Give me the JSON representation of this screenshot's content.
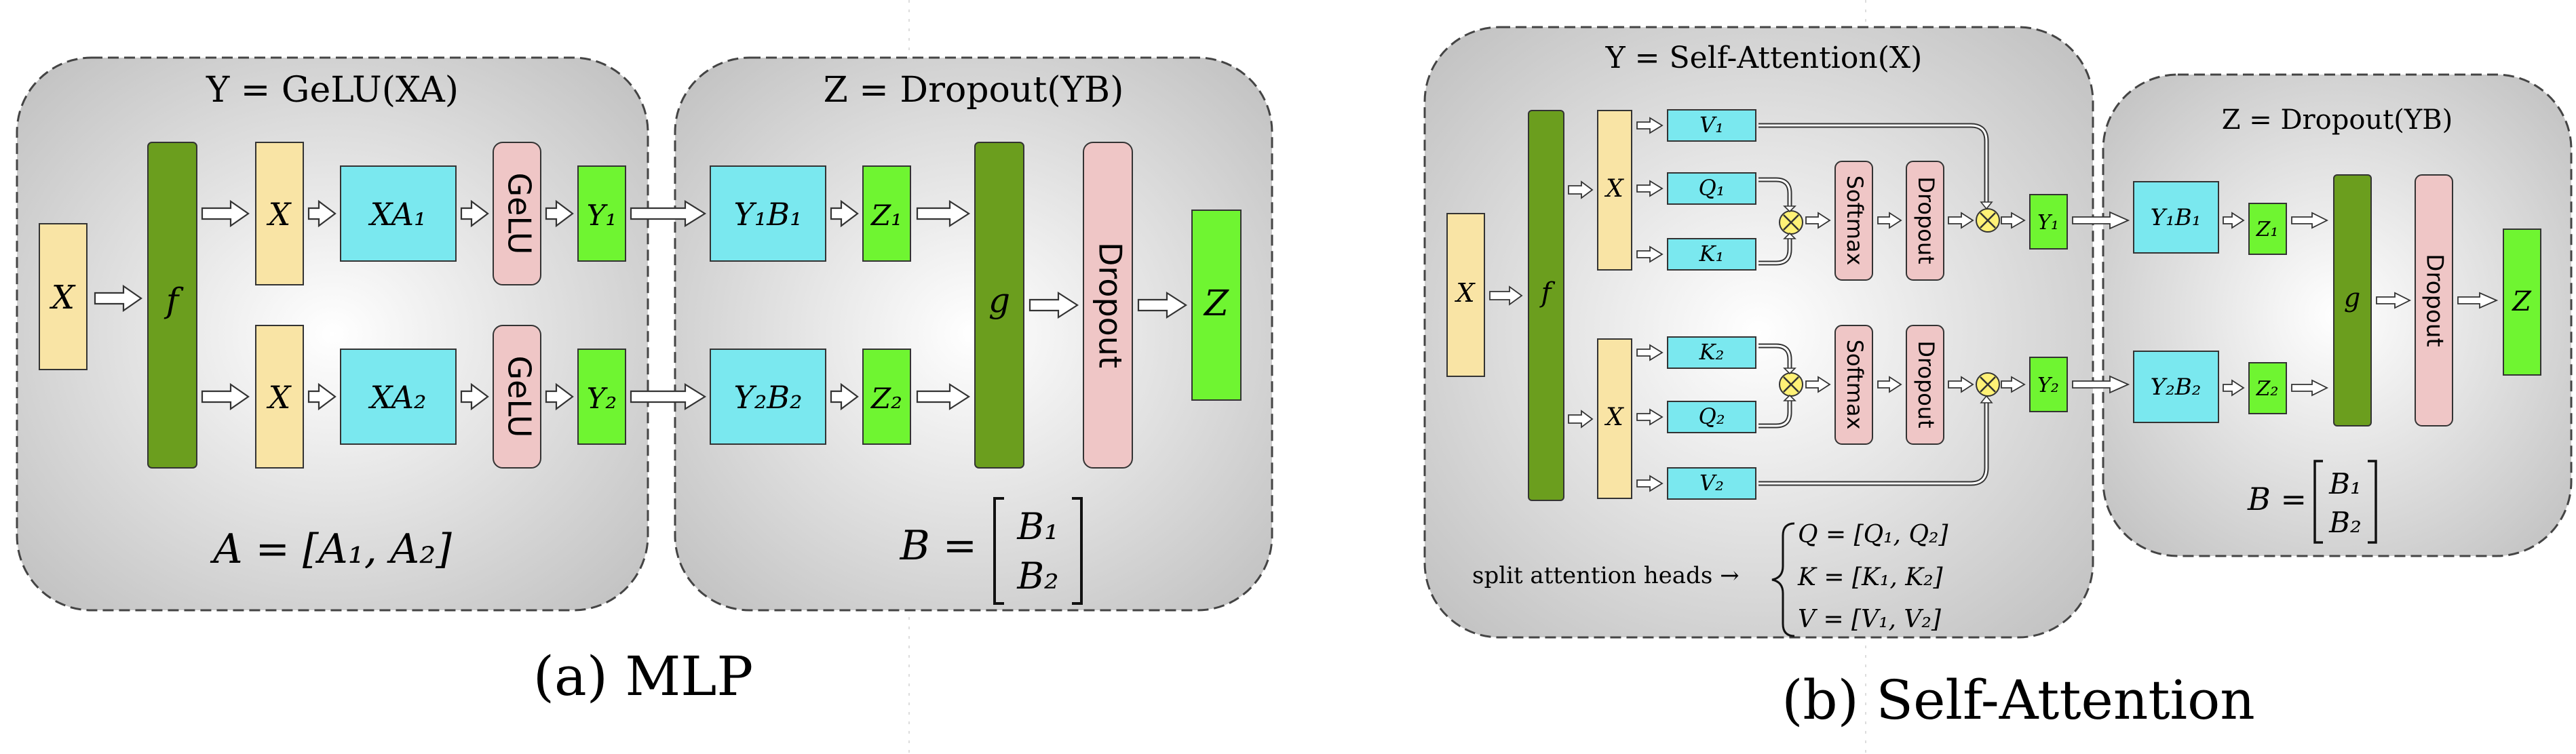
{
  "mlp": {
    "caption": "(a) MLP",
    "first_box": {
      "title": "Y = GeLU(XA)",
      "bottom_formula": "A = [A₁, A₂]"
    },
    "second_box": {
      "title": "Z = Dropout(YB)",
      "bottom_formula_lhs": "B =",
      "matrix_top": "B₁",
      "matrix_bottom": "B₂"
    },
    "nodes": {
      "x_in": "X",
      "f": "f",
      "x1": "X",
      "x2": "X",
      "xa1": "XA₁",
      "xa2": "XA₂",
      "gelu1": "GeLU",
      "gelu2": "GeLU",
      "y1": "Y₁",
      "y2": "Y₂",
      "yb1": "Y₁B₁",
      "yb2": "Y₂B₂",
      "z1": "Z₁",
      "z2": "Z₂",
      "g": "g",
      "dropout": "Dropout",
      "z": "Z"
    }
  },
  "attn": {
    "caption": "(b) Self-Attention",
    "first_box": {
      "title": "Y = Self-Attention(X)"
    },
    "second_box": {
      "title": "Z = Dropout(YB)",
      "bottom_formula_lhs": "B =",
      "matrix_top": "B₁",
      "matrix_bottom": "B₂"
    },
    "split_label": "split attention heads →",
    "split_lines": [
      "Q = [Q₁, Q₂]",
      "K = [K₁, K₂]",
      "V = [V₁, V₂]"
    ],
    "nodes": {
      "x_in": "X",
      "f": "f",
      "x1": "X",
      "x2": "X",
      "v1": "V₁",
      "q1": "Q₁",
      "k1": "K₁",
      "k2": "K₂",
      "q2": "Q₂",
      "v2": "V₂",
      "softmax1": "Softmax",
      "softmax2": "Softmax",
      "dropout1": "Dropout",
      "dropout2": "Dropout",
      "y1": "Y₁",
      "y2": "Y₂",
      "yb1": "Y₁B₁",
      "yb2": "Y₂B₂",
      "z1": "Z₁",
      "z2": "Z₂",
      "g": "g",
      "dropout": "Dropout",
      "z": "Z"
    }
  },
  "colors": {
    "yellow": "#f9e4a5",
    "olive": "#6b9e1e",
    "cyan": "#7ae8ef",
    "pink": "#efc6c6",
    "green": "#6ff531",
    "panel": "#d3d3d3",
    "multiply": "#fff176"
  }
}
